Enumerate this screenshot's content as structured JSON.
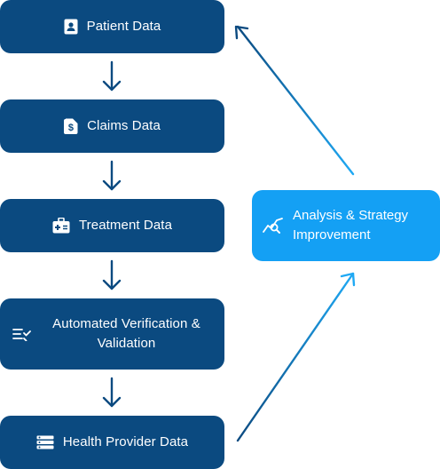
{
  "flow": {
    "steps": [
      {
        "label": "Patient Data",
        "icon": "patient-file-icon"
      },
      {
        "label": "Claims Data",
        "icon": "dollar-file-icon"
      },
      {
        "label": "Treatment Data",
        "icon": "medical-kit-icon"
      },
      {
        "label": "Automated Verification & Validation",
        "icon": "checklist-icon"
      },
      {
        "label": "Health Provider Data",
        "icon": "server-icon"
      }
    ],
    "feedback": {
      "label": "Analysis & Strategy Improvement",
      "icon": "analytics-search-icon"
    }
  },
  "colors": {
    "step_box": "#0b4a80",
    "feedback_box": "#14a0f4",
    "down_arrow": "#0b4a80",
    "gradient_dark": "#0b4a80",
    "gradient_light": "#1fa9f4",
    "text": "#ffffff"
  }
}
